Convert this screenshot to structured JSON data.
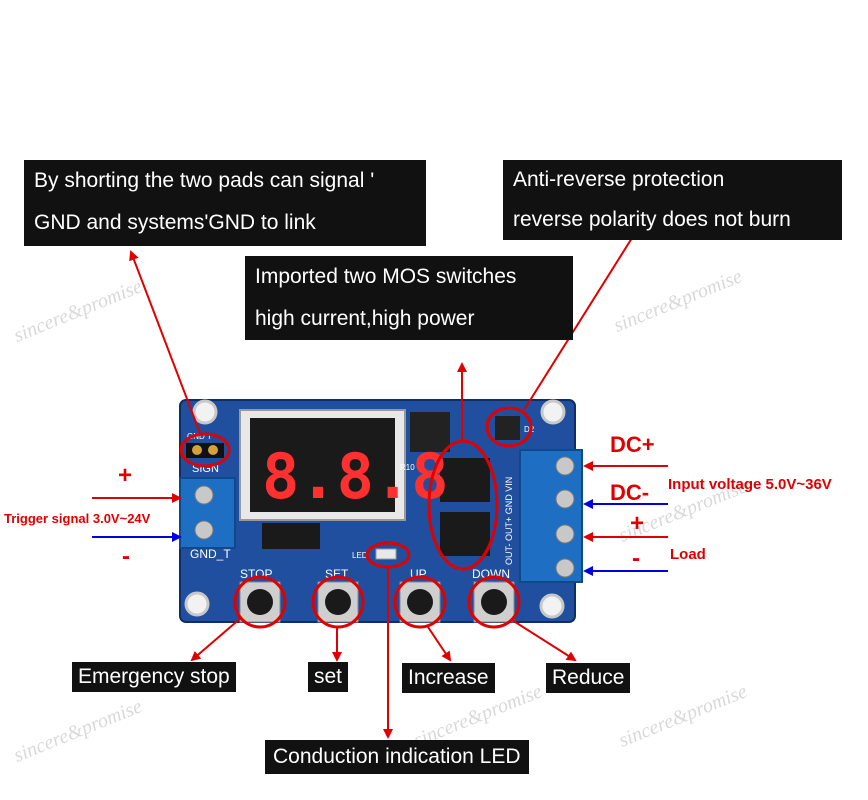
{
  "watermark": "sincere&promise",
  "callouts": {
    "gnd_link": {
      "line1": "By shorting the two pads can signal '",
      "line2": "GND and systems'GND to link"
    },
    "mos": {
      "line1": "Imported two MOS switches",
      "line2": "high current,high power"
    },
    "anti_reverse": {
      "line1": "Anti-reverse protection",
      "line2": "reverse polarity does not burn"
    }
  },
  "button_labels": {
    "emergency": "Emergency stop",
    "set": "set",
    "increase": "Increase",
    "reduce": "Reduce",
    "led": "Conduction indication LED"
  },
  "left_side": {
    "plus": "+",
    "minus": "-",
    "trigger": "Trigger signal 3.0V~24V"
  },
  "right_side": {
    "dc_plus": "DC+",
    "dc_minus": "DC-",
    "input_voltage": "Input voltage 5.0V~36V",
    "plus": "+",
    "minus": "-",
    "load": "Load"
  },
  "board": {
    "display": "8.8.8",
    "sign": "SIGN",
    "gnd_t": "GND_T",
    "gnd_pad": "GND T",
    "stop": "STOP",
    "set": "SET",
    "up": "UP",
    "down": "DOWN",
    "led": "LED",
    "d2": "D2",
    "r10": "R10",
    "terminal": "OUT- OUT+ GND VIN"
  },
  "colors": {
    "red": "#e00000",
    "blue": "#0000e0",
    "pcb": "#1f4f9e",
    "callout_bg": "#111111"
  }
}
